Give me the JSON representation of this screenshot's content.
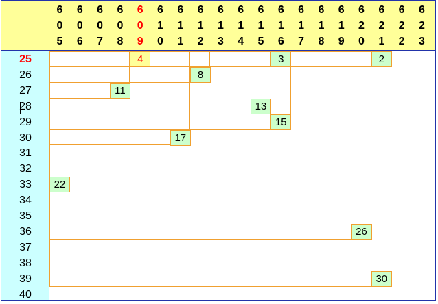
{
  "columns": [
    "605",
    "606",
    "607",
    "608",
    "609",
    "610",
    "611",
    "612",
    "613",
    "614",
    "615",
    "616",
    "617",
    "618",
    "619",
    "620",
    "621",
    "622",
    "623"
  ],
  "highlight_column": "609",
  "rows": [
    "25",
    "26",
    "27",
    "28",
    "29",
    "30",
    "31",
    "32",
    "33",
    "34",
    "35",
    "36",
    "37",
    "38",
    "39",
    "40"
  ],
  "highlight_row": "25",
  "entries": [
    {
      "value": "4",
      "column": "609",
      "row": "25",
      "highlight": true
    },
    {
      "value": "3",
      "column": "616",
      "row": "25"
    },
    {
      "value": "2",
      "column": "621",
      "row": "25"
    },
    {
      "value": "8",
      "column": "612",
      "row": "26"
    },
    {
      "value": "11",
      "column": "608",
      "row": "27"
    },
    {
      "value": "13",
      "column": "615",
      "row": "28"
    },
    {
      "value": "15",
      "column": "616",
      "row": "29"
    },
    {
      "value": "17",
      "column": "611",
      "row": "30"
    },
    {
      "value": "22",
      "column": "605",
      "row": "33"
    },
    {
      "value": "26",
      "column": "620",
      "row": "36"
    },
    {
      "value": "30",
      "column": "621",
      "row": "39"
    }
  ],
  "colors": {
    "header_band": "#ffff99",
    "side_band": "#ccffff",
    "cell_fill": "#ccffcc",
    "line": "#f0a030",
    "frame": "#2233aa",
    "highlight_text": "#ff0000"
  }
}
